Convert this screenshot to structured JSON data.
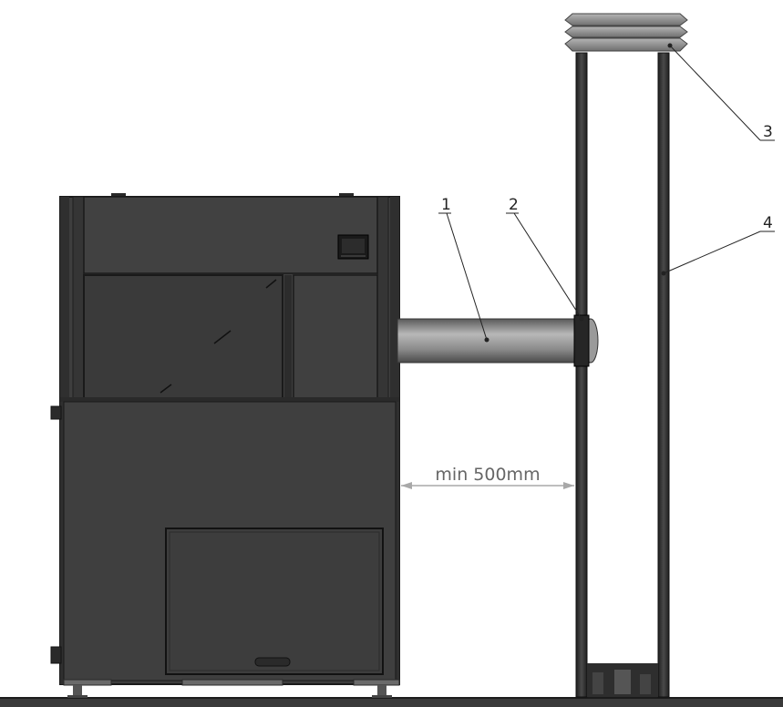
{
  "callouts": [
    {
      "id": "1"
    },
    {
      "id": "2"
    },
    {
      "id": "3"
    },
    {
      "id": "4"
    }
  ],
  "clearance_dimension": "min 500mm",
  "colors": {
    "stove_body": "#3c3c3c",
    "stove_edge": "#1e1e1e",
    "pipe": "#8a8a8a",
    "chimney_wall": "#2b2b2b",
    "cap": "#9a9a9a",
    "ground": "#333333",
    "dimension_line": "#aaaaaa"
  }
}
